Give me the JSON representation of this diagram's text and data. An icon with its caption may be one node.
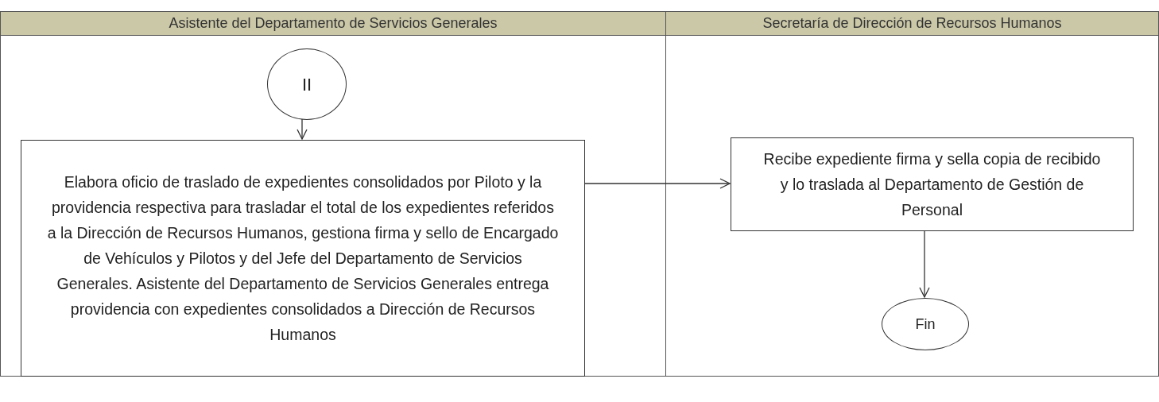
{
  "diagram": {
    "nodes": [
      {
        "text": [
          "Asistente del Departamento de Servicios Generales"
        ]
      },
      {
        "text": [
          "Secretaría de Dirección de Recursos Humanos"
        ]
      },
      {
        "text": [
          "II"
        ],
        "in": 0
      },
      {
        "text": [
          "Elabora oficio de traslado de expedientes consolidados por Piloto y la providencia respectiva para trasladar el total de los expedientes referidos a la Dirección de Recursos Humanos, gestiona firma y sello de Encargado de Vehículos y Pilotos y del Jefe del Departamento de Servicios Generales.  Asistente del Departamento de Servicios Generales entrega providencia con expedientes consolidados a Dirección de Recursos Humanos"
        ],
        "in": 0
      },
      {
        "text": [
          "Recibe expediente firma y sella copia de recibido y lo traslada al Departamento de Gestión de Personal"
        ],
        "in": 1
      },
      {
        "text": [
          "Fin"
        ],
        "in": 1
      }
    ],
    "edges": [
      {
        "from": 2,
        "to": 3,
        "arrow": "to"
      },
      {
        "from": 3,
        "to": 4,
        "arrow": "to"
      },
      {
        "from": 4,
        "to": 5,
        "arrow": "to"
      }
    ]
  }
}
